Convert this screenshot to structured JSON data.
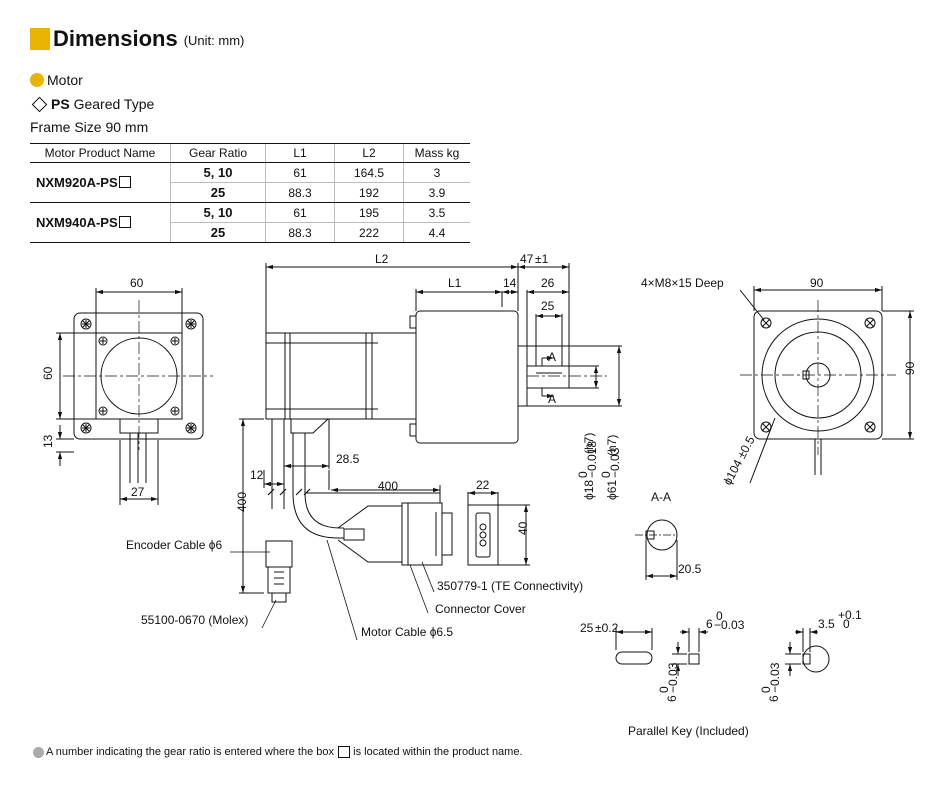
{
  "title": {
    "text": "Dimensions",
    "unit": "(Unit: mm)"
  },
  "section": {
    "motor": "Motor",
    "type_bold": "PS",
    "type_rest": "Geared Type",
    "frame": "Frame Size 90 mm"
  },
  "table": {
    "headers": [
      "Motor Product Name",
      "Gear Ratio",
      "L1",
      "L2",
      "Mass kg"
    ],
    "products": [
      {
        "name": "NXM920A-PS",
        "rows": [
          [
            "5, 10",
            "61",
            "164.5",
            "3"
          ],
          [
            "25",
            "88.3",
            "192",
            "3.9"
          ]
        ]
      },
      {
        "name": "NXM940A-PS",
        "rows": [
          [
            "5, 10",
            "61",
            "195",
            "3.5"
          ],
          [
            "25",
            "88.3",
            "222",
            "4.4"
          ]
        ]
      }
    ]
  },
  "drawing": {
    "front_view": {
      "dim_width": "60",
      "dim_height": "60",
      "dim_offset": "13",
      "dim_cable": "27"
    },
    "side_view": {
      "L2": "L2",
      "L1": "L1",
      "d14": "14",
      "d47": "47",
      "d47_tol": "±1",
      "d26": "26",
      "d25": "25",
      "A_top": "A",
      "A_bot": "A",
      "d12": "12",
      "d28_5": "28.5",
      "d400_h": "400",
      "d400_v": "400",
      "phi18": "ϕ18",
      "phi18_tol_top": "0",
      "phi18_tol_bot": "−0.018",
      "phi18_fit": "(h7)",
      "phi61": "ϕ61",
      "phi61_tol_top": "0",
      "phi61_tol_bot": "−0.03",
      "phi61_fit": "(h7)"
    },
    "connector": {
      "d22": "22",
      "d40": "40"
    },
    "flange_view": {
      "holes": "4×M8×15 Deep",
      "d90_top": "90",
      "d90_side": "90",
      "pcd": "ϕ104",
      "pcd_tol": "±0.5"
    },
    "section_aa": {
      "label": "A-A",
      "dim": "20.5"
    },
    "callouts": {
      "encoder_cable": "Encoder Cable ϕ6",
      "molex": "55100-0670 (Molex)",
      "motor_cable": "Motor Cable  ϕ6.5",
      "te": "350779-1 (TE Connectivity)",
      "cover": "Connector Cover"
    },
    "parallel_key": {
      "length": "25",
      "length_tol": "±0.2",
      "width": "6",
      "width_tol_top": "0",
      "width_tol_bot": "−0.03",
      "height": "6",
      "height_tol_top": "0",
      "height_tol_bot": "−0.03",
      "depth": "3.5",
      "depth_tol_top": "+0.1",
      "depth_tol_bot": "0",
      "caption": "Parallel Key (Included)"
    }
  },
  "footnote": {
    "before": "A number indicating the gear ratio is entered where the box",
    "after": "is located within the product name."
  },
  "colors": {
    "accent": "#e8b400",
    "footnote_dot": "#aaaaaa"
  }
}
